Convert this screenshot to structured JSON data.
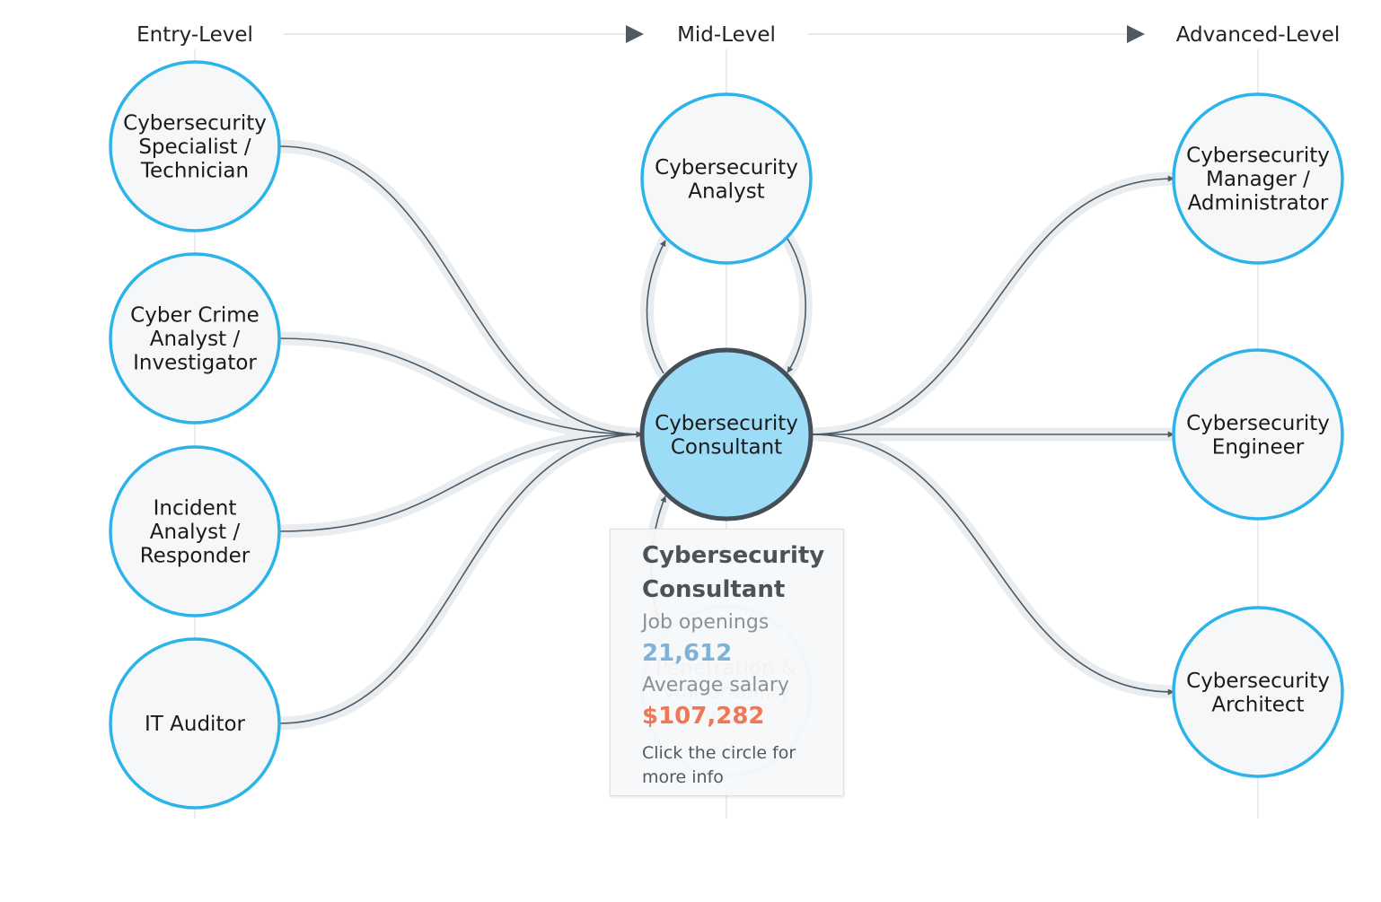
{
  "colors": {
    "node_stroke": "#2bb3ea",
    "node_fill": "#f5f7f9",
    "active_fill": "#9ddcf7",
    "active_stroke": "#454f57",
    "edge_line": "#4e5962",
    "edge_halo": "#e9edf0",
    "guide_line": "#e3e6e9",
    "openings": "#7fb2d6",
    "salary": "#ee7853"
  },
  "levels": [
    {
      "id": "entry",
      "label": "Entry-Level"
    },
    {
      "id": "mid",
      "label": "Mid-Level"
    },
    {
      "id": "advanced",
      "label": "Advanced-Level"
    }
  ],
  "nodes": [
    {
      "id": "specialist",
      "level": "entry",
      "lines": [
        "Cybersecurity",
        "Specialist /",
        "Technician"
      ]
    },
    {
      "id": "crime",
      "level": "entry",
      "lines": [
        "Cyber Crime",
        "Analyst /",
        "Investigator"
      ]
    },
    {
      "id": "incident",
      "level": "entry",
      "lines": [
        "Incident",
        "Analyst /",
        "Responder"
      ]
    },
    {
      "id": "auditor",
      "level": "entry",
      "lines": [
        "IT Auditor"
      ]
    },
    {
      "id": "analyst",
      "level": "mid",
      "lines": [
        "Cybersecurity",
        "Analyst"
      ]
    },
    {
      "id": "consultant",
      "level": "mid",
      "lines": [
        "Cybersecurity",
        "Consultant"
      ],
      "active": true
    },
    {
      "id": "pentester",
      "level": "mid",
      "lines": [
        "Penetration &",
        "Vulnerability",
        "Tester"
      ],
      "faded": true
    },
    {
      "id": "manager",
      "level": "advanced",
      "lines": [
        "Cybersecurity",
        "Manager /",
        "Administrator"
      ]
    },
    {
      "id": "engineer",
      "level": "advanced",
      "lines": [
        "Cybersecurity",
        "Engineer"
      ]
    },
    {
      "id": "architect",
      "level": "advanced",
      "lines": [
        "Cybersecurity",
        "Architect"
      ]
    }
  ],
  "edges": [
    {
      "from": "specialist",
      "to": "consultant"
    },
    {
      "from": "crime",
      "to": "consultant"
    },
    {
      "from": "incident",
      "to": "consultant"
    },
    {
      "from": "auditor",
      "to": "consultant"
    },
    {
      "from": "consultant",
      "to": "analyst"
    },
    {
      "from": "analyst",
      "to": "consultant"
    },
    {
      "from": "pentester",
      "to": "consultant"
    },
    {
      "from": "consultant",
      "to": "manager"
    },
    {
      "from": "consultant",
      "to": "engineer"
    },
    {
      "from": "consultant",
      "to": "architect"
    }
  ],
  "tooltip": {
    "title": "Cybersecurity Consultant",
    "openings_label": "Job openings",
    "openings_value": "21,612",
    "salary_label": "Average salary",
    "salary_value": "$107,282",
    "hint": "Click the circle for more info"
  }
}
